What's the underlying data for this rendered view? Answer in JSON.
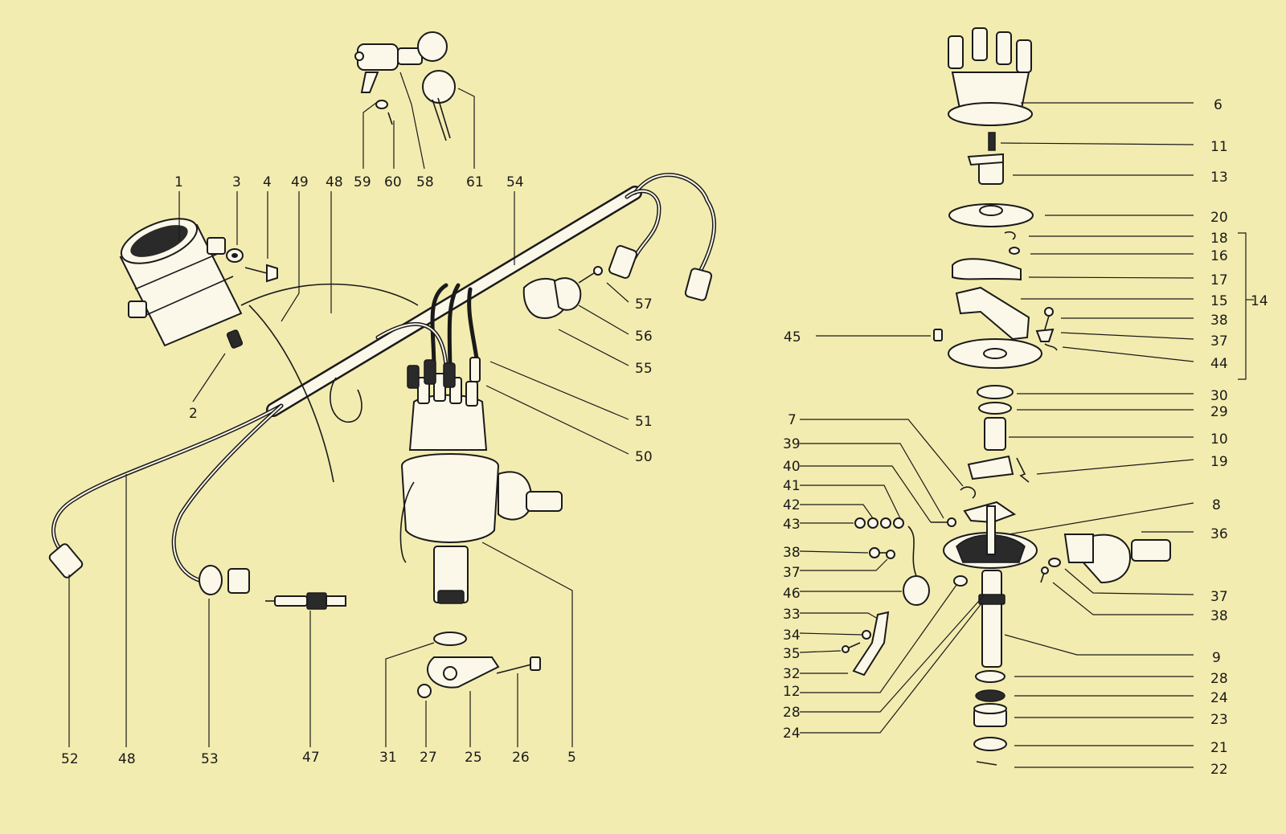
{
  "labels": [
    {
      "id": "1",
      "t": "1"
    },
    {
      "id": "2",
      "t": "2"
    },
    {
      "id": "3",
      "t": "3"
    },
    {
      "id": "4",
      "t": "4"
    },
    {
      "id": "5",
      "t": "5"
    },
    {
      "id": "6",
      "t": "6"
    },
    {
      "id": "7",
      "t": "7"
    },
    {
      "id": "8",
      "t": "8"
    },
    {
      "id": "9",
      "t": "9"
    },
    {
      "id": "10",
      "t": "10"
    },
    {
      "id": "11",
      "t": "11"
    },
    {
      "id": "12",
      "t": "12"
    },
    {
      "id": "13",
      "t": "13"
    },
    {
      "id": "14",
      "t": "14"
    },
    {
      "id": "15",
      "t": "15"
    },
    {
      "id": "16",
      "t": "16"
    },
    {
      "id": "17",
      "t": "17"
    },
    {
      "id": "18",
      "t": "18"
    },
    {
      "id": "19",
      "t": "19"
    },
    {
      "id": "20",
      "t": "20"
    },
    {
      "id": "21",
      "t": "21"
    },
    {
      "id": "22",
      "t": "22"
    },
    {
      "id": "23",
      "t": "23"
    },
    {
      "id": "24a",
      "t": "24"
    },
    {
      "id": "24b",
      "t": "24"
    },
    {
      "id": "25",
      "t": "25"
    },
    {
      "id": "26",
      "t": "26"
    },
    {
      "id": "27",
      "t": "27"
    },
    {
      "id": "28a",
      "t": "28"
    },
    {
      "id": "28b",
      "t": "28"
    },
    {
      "id": "29",
      "t": "29"
    },
    {
      "id": "30",
      "t": "30"
    },
    {
      "id": "31",
      "t": "31"
    },
    {
      "id": "32",
      "t": "32"
    },
    {
      "id": "33",
      "t": "33"
    },
    {
      "id": "34",
      "t": "34"
    },
    {
      "id": "35",
      "t": "35"
    },
    {
      "id": "36",
      "t": "36"
    },
    {
      "id": "37a",
      "t": "37"
    },
    {
      "id": "37b",
      "t": "37"
    },
    {
      "id": "37c",
      "t": "37"
    },
    {
      "id": "38a",
      "t": "38"
    },
    {
      "id": "38b",
      "t": "38"
    },
    {
      "id": "38c",
      "t": "38"
    },
    {
      "id": "39",
      "t": "39"
    },
    {
      "id": "40",
      "t": "40"
    },
    {
      "id": "41",
      "t": "41"
    },
    {
      "id": "42",
      "t": "42"
    },
    {
      "id": "43",
      "t": "43"
    },
    {
      "id": "44",
      "t": "44"
    },
    {
      "id": "45",
      "t": "45"
    },
    {
      "id": "46",
      "t": "46"
    },
    {
      "id": "47",
      "t": "47"
    },
    {
      "id": "48a",
      "t": "48"
    },
    {
      "id": "48b",
      "t": "48"
    },
    {
      "id": "49",
      "t": "49"
    },
    {
      "id": "50",
      "t": "50"
    },
    {
      "id": "51",
      "t": "51"
    },
    {
      "id": "52",
      "t": "52"
    },
    {
      "id": "53",
      "t": "53"
    },
    {
      "id": "54",
      "t": "54"
    },
    {
      "id": "55",
      "t": "55"
    },
    {
      "id": "56",
      "t": "56"
    },
    {
      "id": "57",
      "t": "57"
    },
    {
      "id": "58",
      "t": "58"
    },
    {
      "id": "59",
      "t": "59"
    },
    {
      "id": "60",
      "t": "60"
    },
    {
      "id": "61",
      "t": "61"
    }
  ],
  "icons": {
    "ignition_coil": "ignition-coil-icon",
    "distributor": "distributor-icon",
    "ignition_switch": "ignition-switch-icon",
    "key": "key-icon",
    "spark_plug": "spark-plug-icon",
    "vacuum_unit": "vacuum-unit-icon"
  },
  "colors": {
    "paper": "#f3ecb0",
    "ink": "#1a1a1a",
    "part_fill": "#fbf8ea"
  }
}
